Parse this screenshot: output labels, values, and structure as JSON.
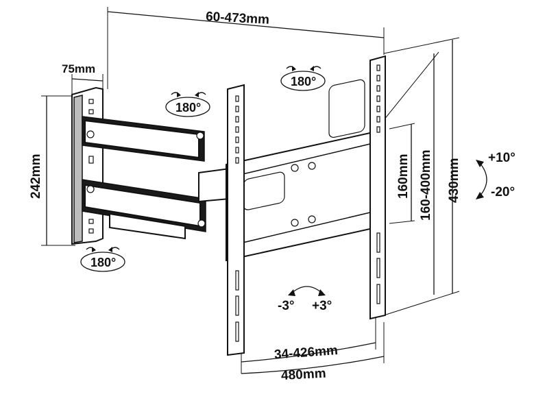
{
  "dimensions": {
    "arm_extension": "60-473mm",
    "wall_plate_depth": "75mm",
    "wall_plate_height": "242mm",
    "rail_width": "480mm",
    "vesa_horizontal": "34-426mm",
    "rail_height": "430mm",
    "vesa_vertical_range": "160-400mm",
    "vesa_vertical_min": "160mm"
  },
  "rotations": {
    "top_swivel": "180°",
    "arm_swivel": "180°",
    "wall_swivel": "180°",
    "tilt_up": "+10°",
    "tilt_down": "-20°",
    "level_left": "-3°",
    "level_right": "+3°"
  }
}
